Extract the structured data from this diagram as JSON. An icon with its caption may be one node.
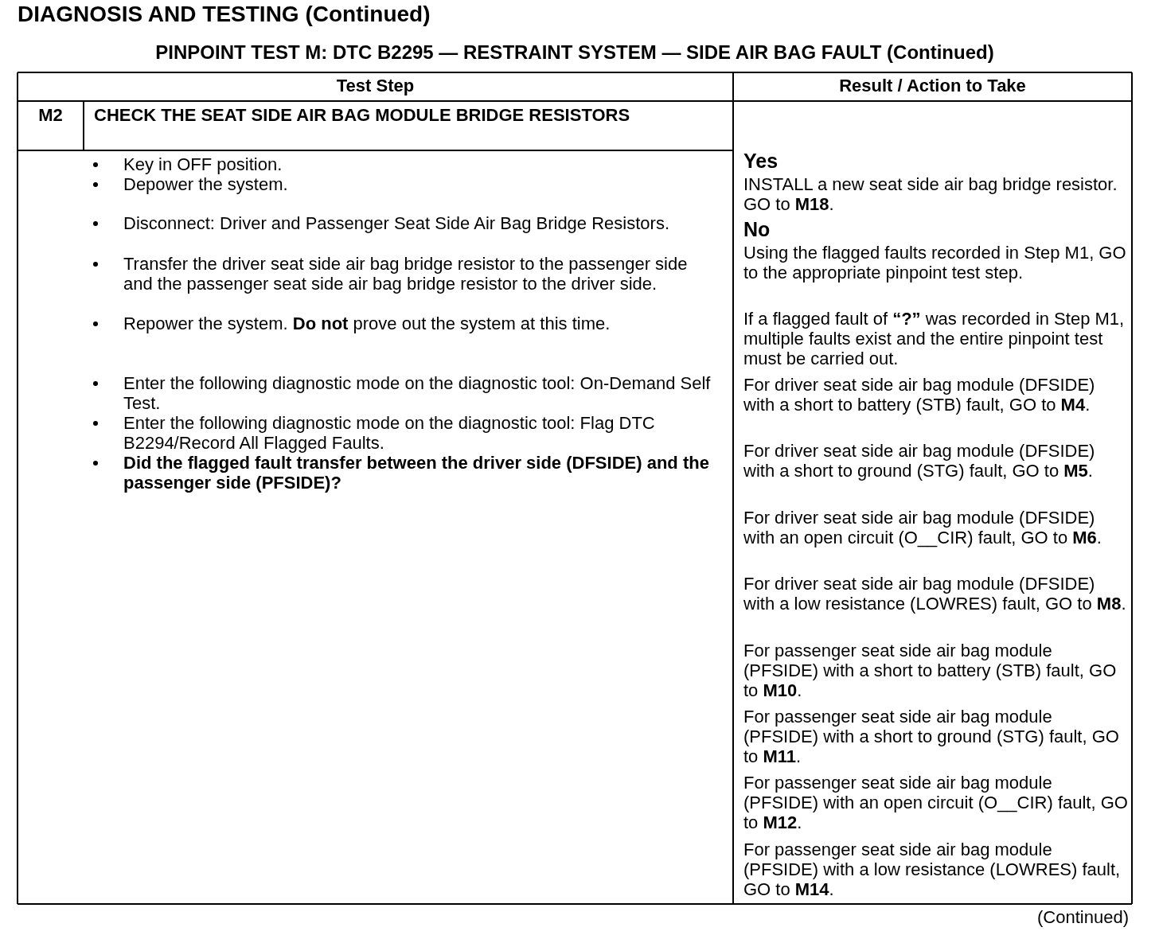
{
  "diagram": {
    "title": "DIAGNOSIS AND TESTING (Continued)",
    "labels": [
      "PINPOINT TEST  M: DTC B2295 — RESTRAINT SYSTEM — SIDE AIR BAG FAULT (Continued)",
      "Test Step",
      "Result / Action to Take",
      "M2",
      "CHECK THE SEAT SIDE AIR BAG MODULE BRIDGE RESISTORS",
      "Key in OFF position.",
      "Depower the system.",
      "Disconnect: Driver and Passenger Seat Side Air Bag Bridge Resistors.",
      "Transfer the driver seat side air bag bridge resistor to the passenger side and the passenger seat side air bag bridge resistor to the driver side.",
      "Repower the system. **Do not** prove out the system at this time.",
      "Enter the following diagnostic mode on the diagnostic tool: On-Demand Self Test.",
      "Enter the following diagnostic mode on the diagnostic tool: Flag DTC B2294/Record All Flagged Faults.",
      "Did the flagged fault transfer between the driver side (DFSIDE) and the passenger side (PFSIDE)?",
      "Yes",
      "INSTALL a new seat side air bag bridge resistor. GO to **M18**.",
      "No",
      "Using the flagged faults recorded in Step M1, GO to the appropriate pinpoint test step.",
      "If a flagged fault of **“?”** was recorded in Step M1, multiple faults exist and the entire pinpoint test must be carried out.",
      "For driver seat side air bag module (DFSIDE) with a short to battery (STB) fault, GO to **M4**.",
      "For driver seat side air bag module (DFSIDE) with a short to ground (STG) fault, GO to **M5**.",
      "For driver seat side air bag module (DFSIDE) with an open circuit (O__CIR) fault, GO to **M6**.",
      "For driver seat side air bag module (DFSIDE) with a low resistance (LOWRES) fault, GO to **M8**.",
      "For passenger seat side air bag module (PFSIDE) with a short to battery (STB) fault, GO to **M10**.",
      "For passenger seat side air bag module (PFSIDE) with a short to ground (STG) fault, GO to **M11**.",
      "For passenger seat side air bag module (PFSIDE) with an open circuit (O__CIR) fault, GO to **M12**.",
      "For passenger seat side air bag module (PFSIDE) with a low resistance (LOWRES) fault, GO to **M14**.",
      "(Continued)"
    ]
  }
}
